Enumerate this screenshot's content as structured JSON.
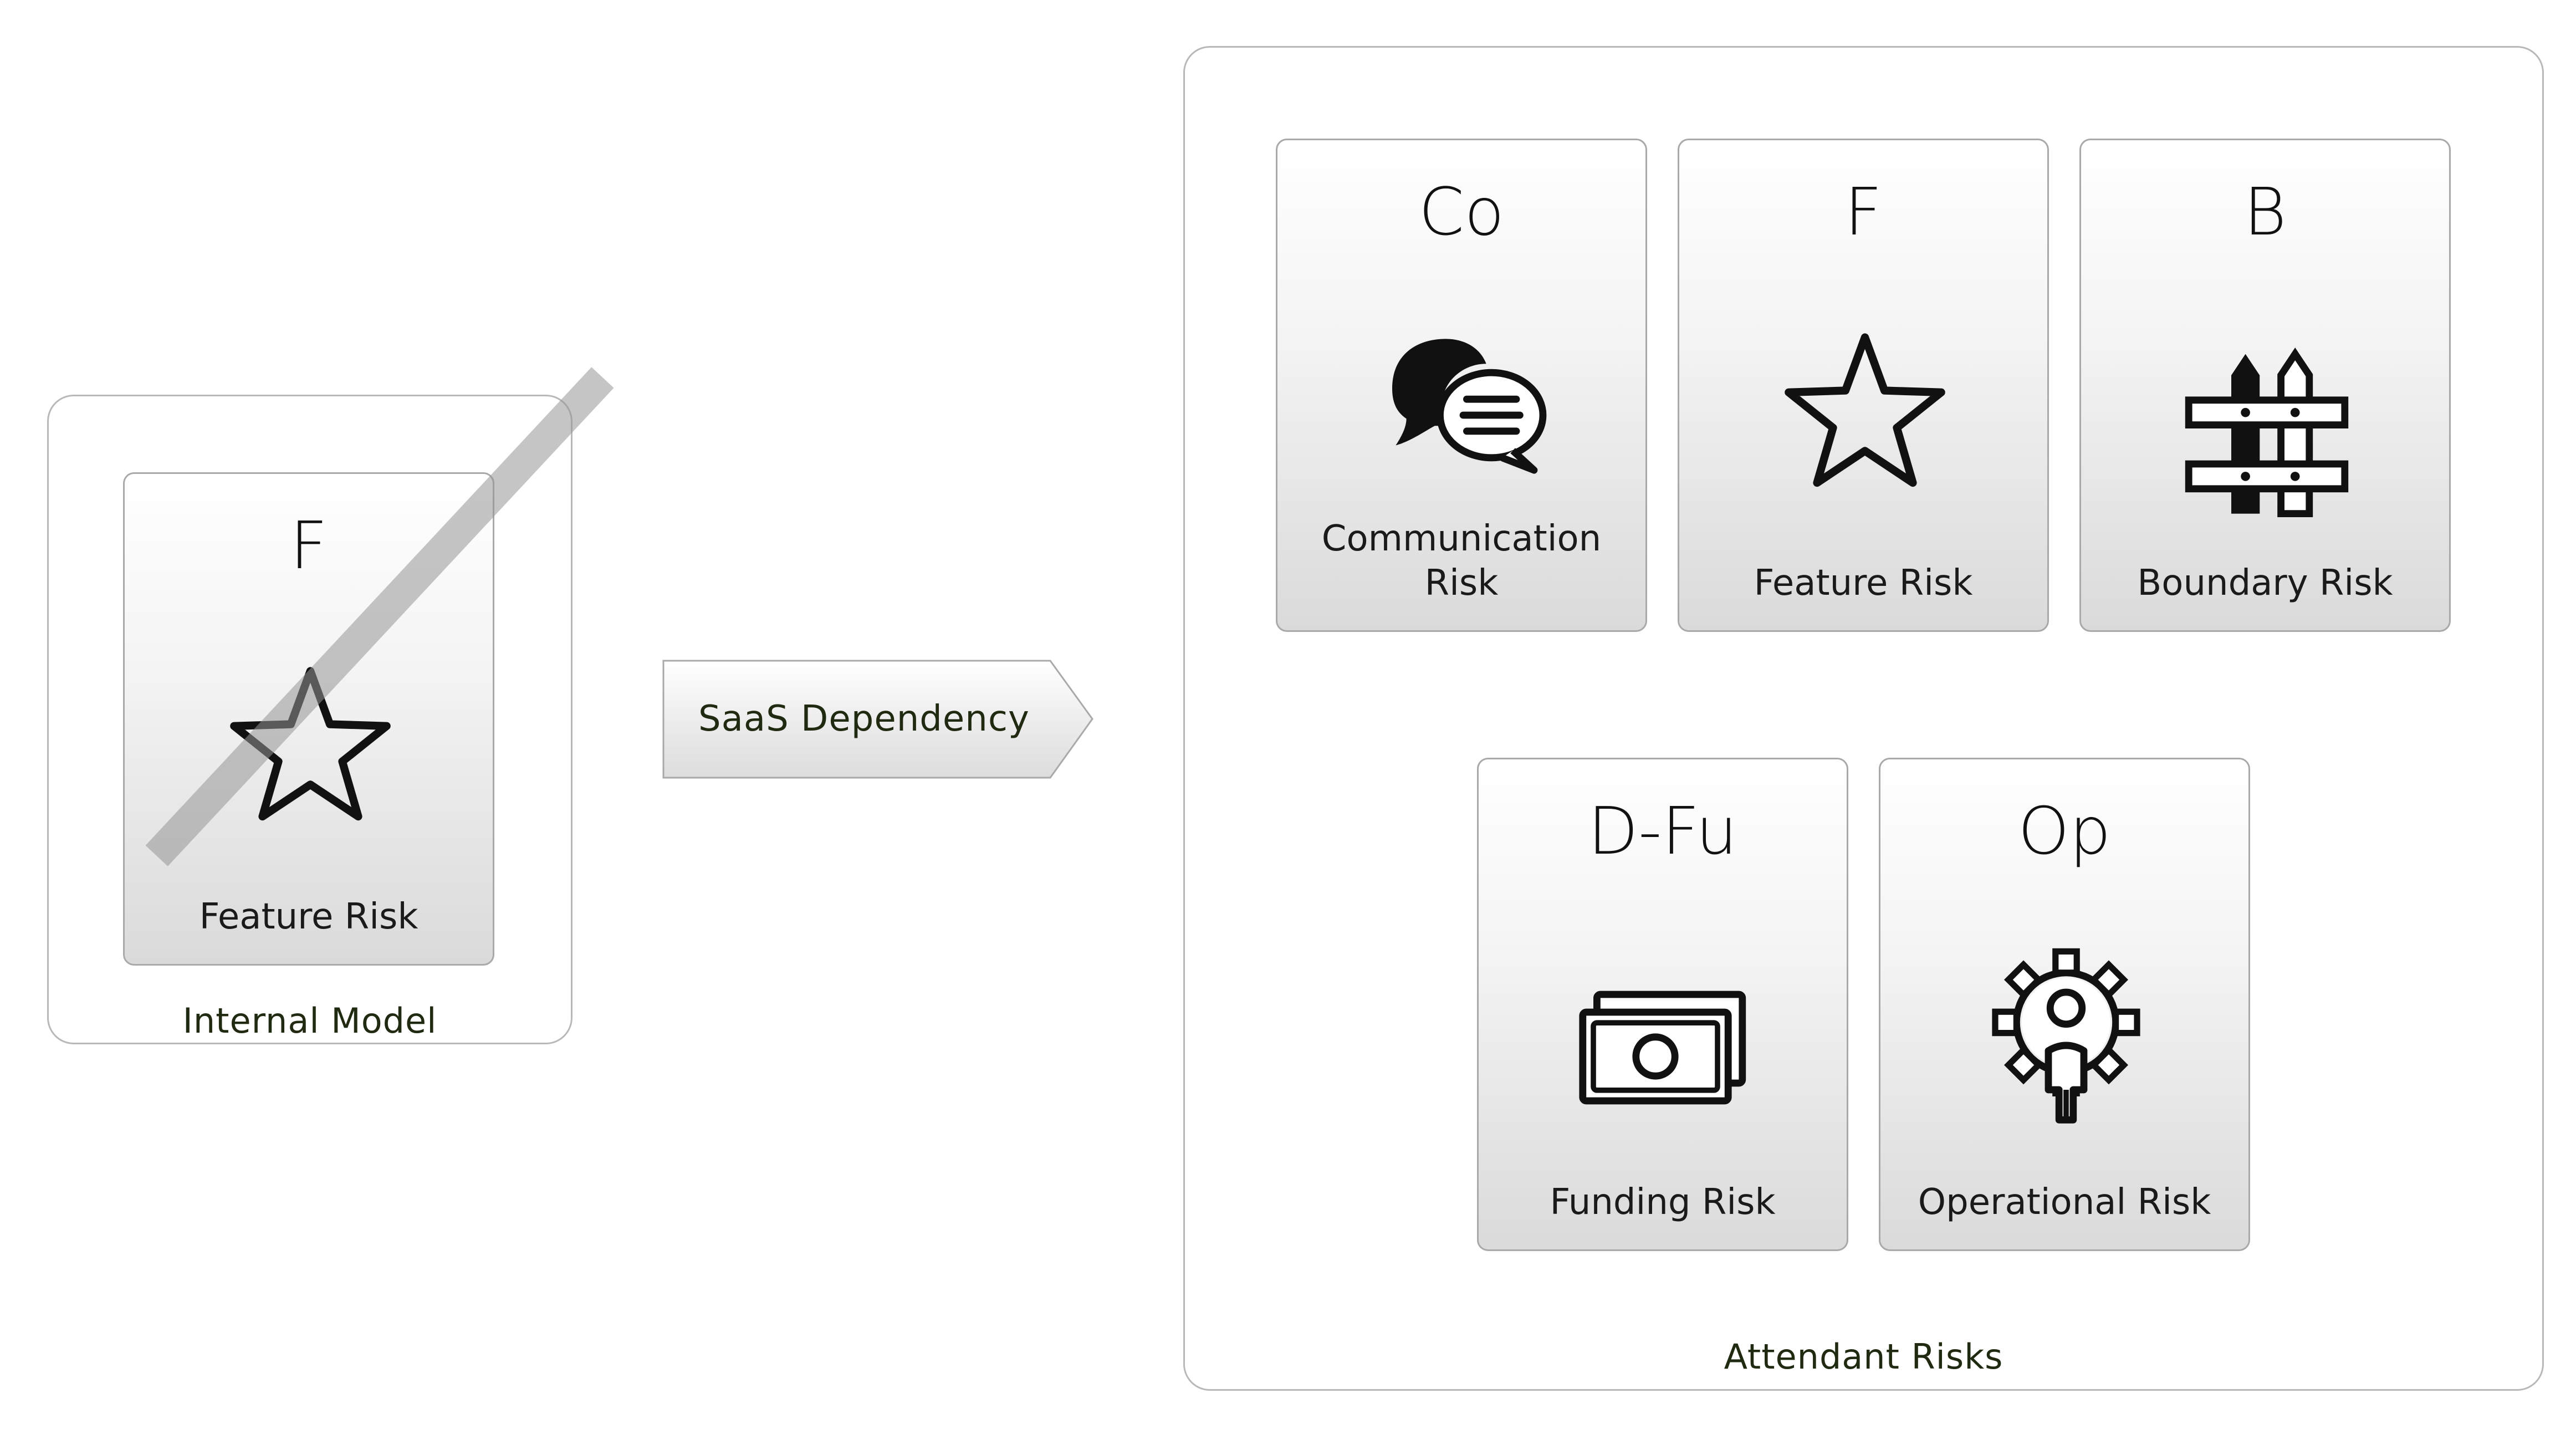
{
  "internal_model": {
    "caption": "Internal Model",
    "card": {
      "abbr": "F",
      "label": "Feature Risk",
      "icon": "star-icon"
    }
  },
  "connector": {
    "label": "SaaS Dependency"
  },
  "attendant_risks": {
    "caption": "Attendant Risks",
    "cards": [
      {
        "abbr": "Co",
        "label": "Communication Risk",
        "icon": "speech-bubbles-icon"
      },
      {
        "abbr": "F",
        "label": "Feature Risk",
        "icon": "star-icon"
      },
      {
        "abbr": "B",
        "label": "Boundary Risk",
        "icon": "fence-icon"
      },
      {
        "abbr": "D-Fu",
        "label": "Funding Risk",
        "icon": "banknotes-icon"
      },
      {
        "abbr": "Op",
        "label": "Operational Risk",
        "icon": "gear-person-icon"
      }
    ]
  },
  "colors": {
    "frame_border": "#b8b8b8",
    "card_border": "#a9a9a9",
    "caption_text": "#1f2a10",
    "strike": "#969696"
  }
}
